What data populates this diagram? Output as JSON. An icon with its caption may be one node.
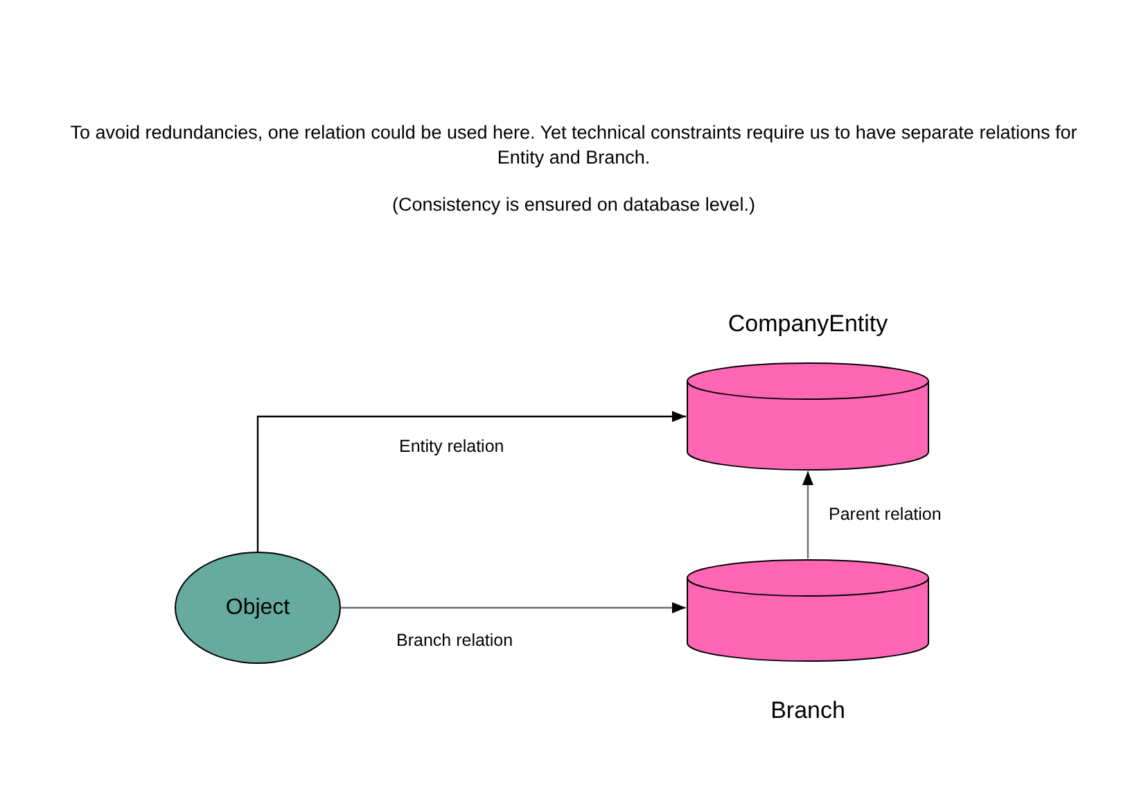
{
  "diagram": {
    "nodes": [
      {
        "text": [
          "Object"
        ]
      },
      {
        "text": [
          "CompanyEntity"
        ]
      },
      {
        "text": [
          "Branch"
        ]
      }
    ],
    "edges": [
      {
        "from": 0,
        "to": 1,
        "arrow": "to",
        "label": "Entity relation",
        "color": "#000000"
      },
      {
        "from": 0,
        "to": 2,
        "arrow": "to",
        "label": "Branch relation"
      },
      {
        "from": 2,
        "to": 1,
        "arrow": "to",
        "label": "Parent relation"
      }
    ],
    "labels": [
      "To avoid redundancies, one relation could be used here. Yet technical constraints require us to have separate relations for Entity and Branch.",
      "(Consistency is ensured on database level.)"
    ]
  }
}
